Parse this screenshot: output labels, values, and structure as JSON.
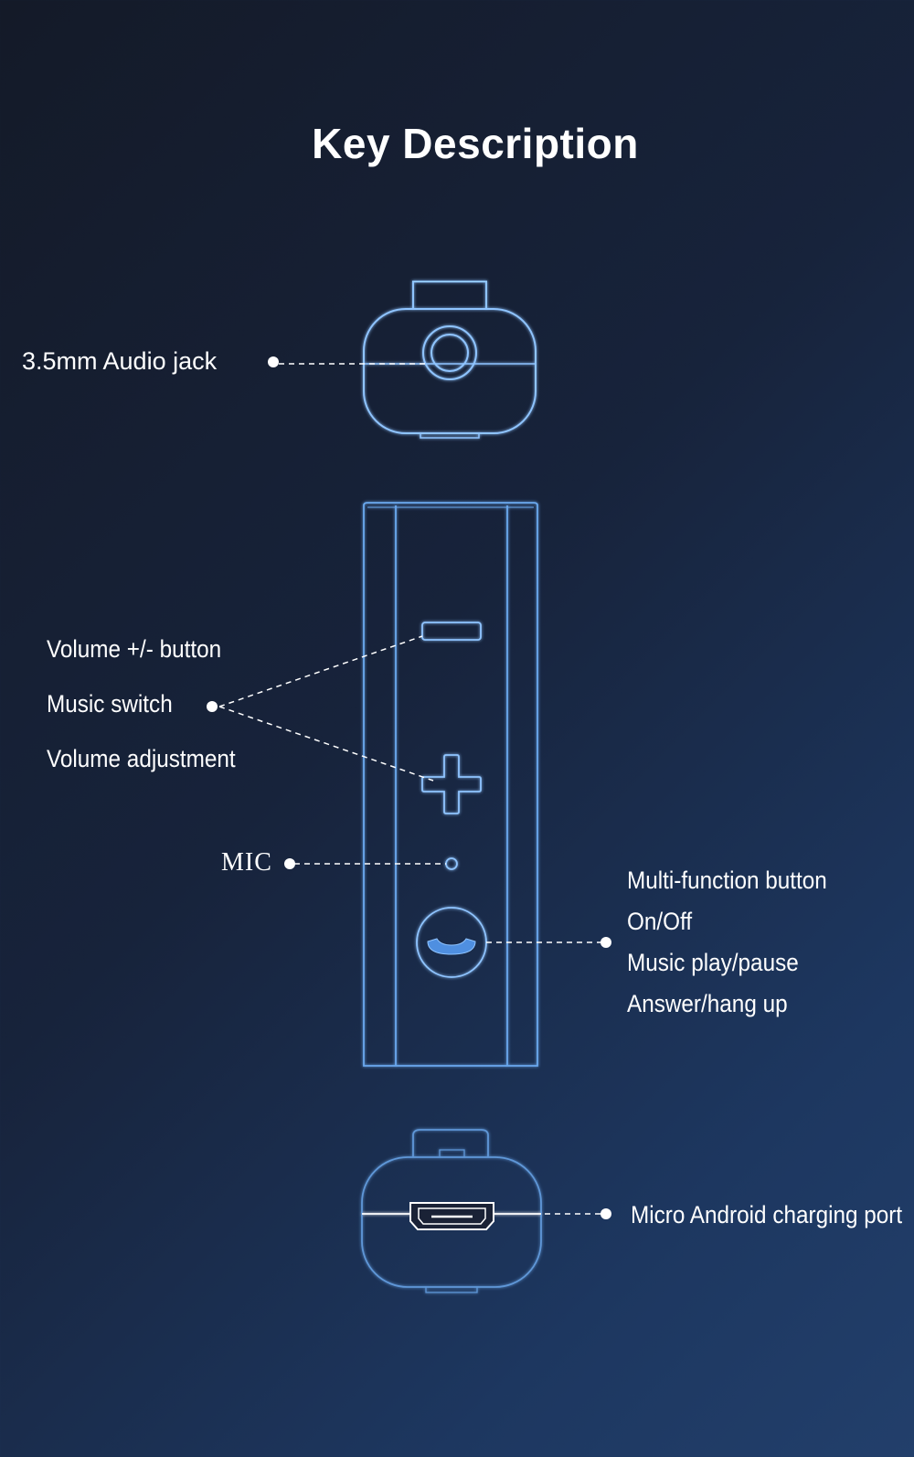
{
  "title": "Key Description",
  "labels": {
    "audio_jack": "3.5mm Audio jack",
    "volume_group": [
      "Volume +/- button",
      "Music switch",
      "Volume adjustment"
    ],
    "mic": "MIC",
    "multifunction_group": [
      "Multi-function button",
      "On/Off",
      "Music play/pause",
      "Answer/hang up"
    ],
    "charging_port": "Micro Android charging port"
  },
  "colors": {
    "outline": "#8fc4ff",
    "outline_glow": "#4f9ff0",
    "leader": "#ffffff"
  },
  "icons": {
    "device_top": "audio-jack-end-view",
    "device_front": "device-front-view",
    "device_bottom": "charging-port-end-view"
  }
}
